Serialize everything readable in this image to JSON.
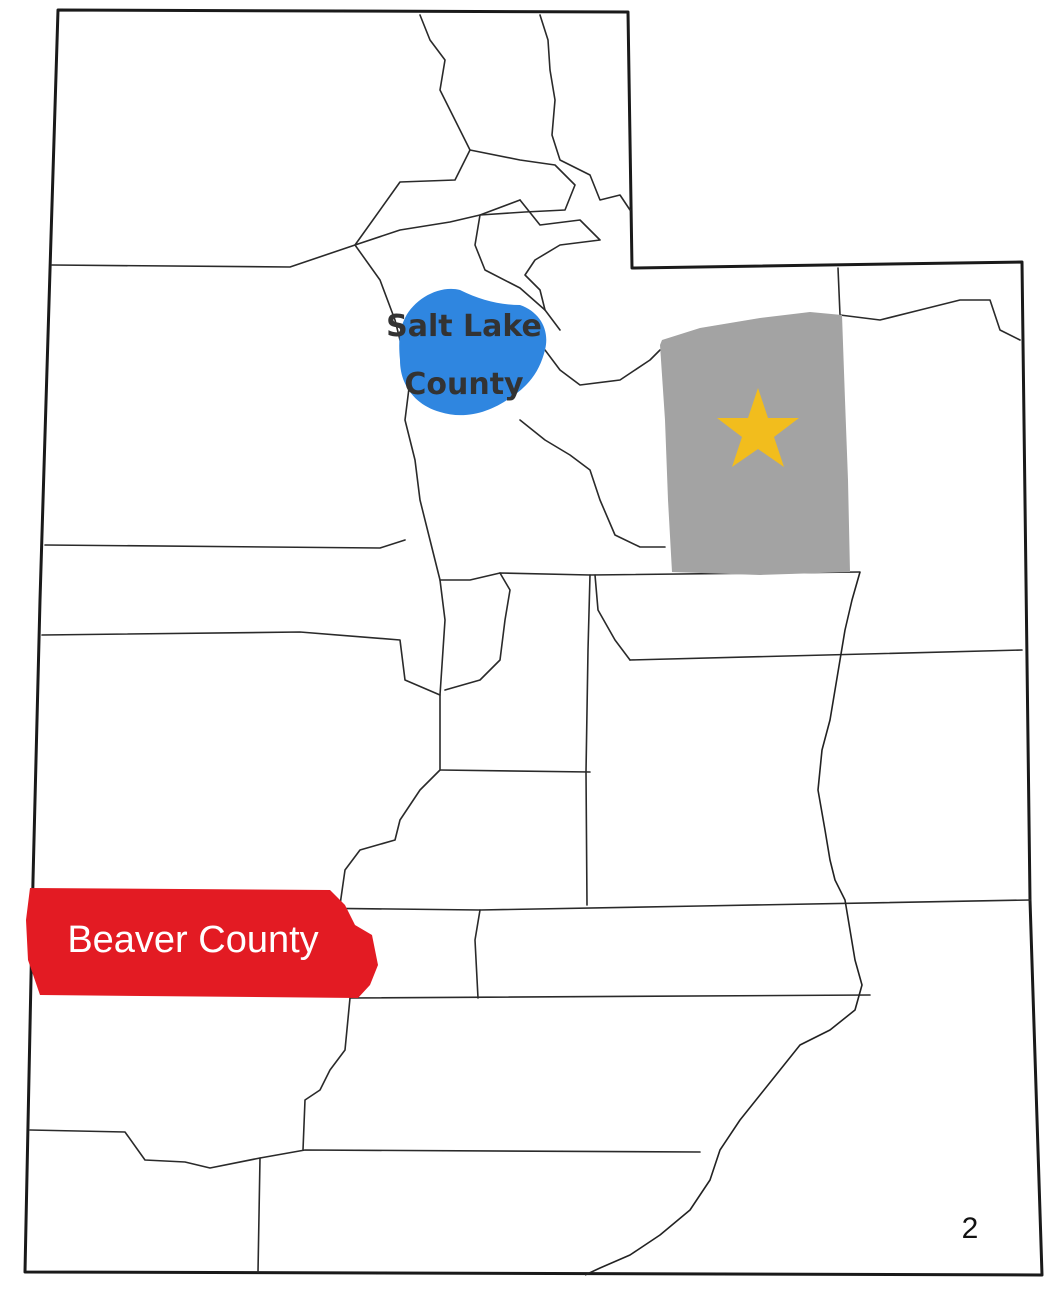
{
  "map": {
    "labels": {
      "salt_lake_line1": "Salt Lake",
      "salt_lake_line2": "County",
      "beaver": "Beaver County"
    },
    "page_number": "2",
    "marker_icon": "star",
    "colors": {
      "salt_lake_fill": "#2f86e0",
      "beaver_fill": "#e31b23",
      "highlight_county_fill": "#a3a3a3",
      "star_fill": "#f2bd1d",
      "outline": "#1a1a1a",
      "background": "#ffffff"
    }
  }
}
